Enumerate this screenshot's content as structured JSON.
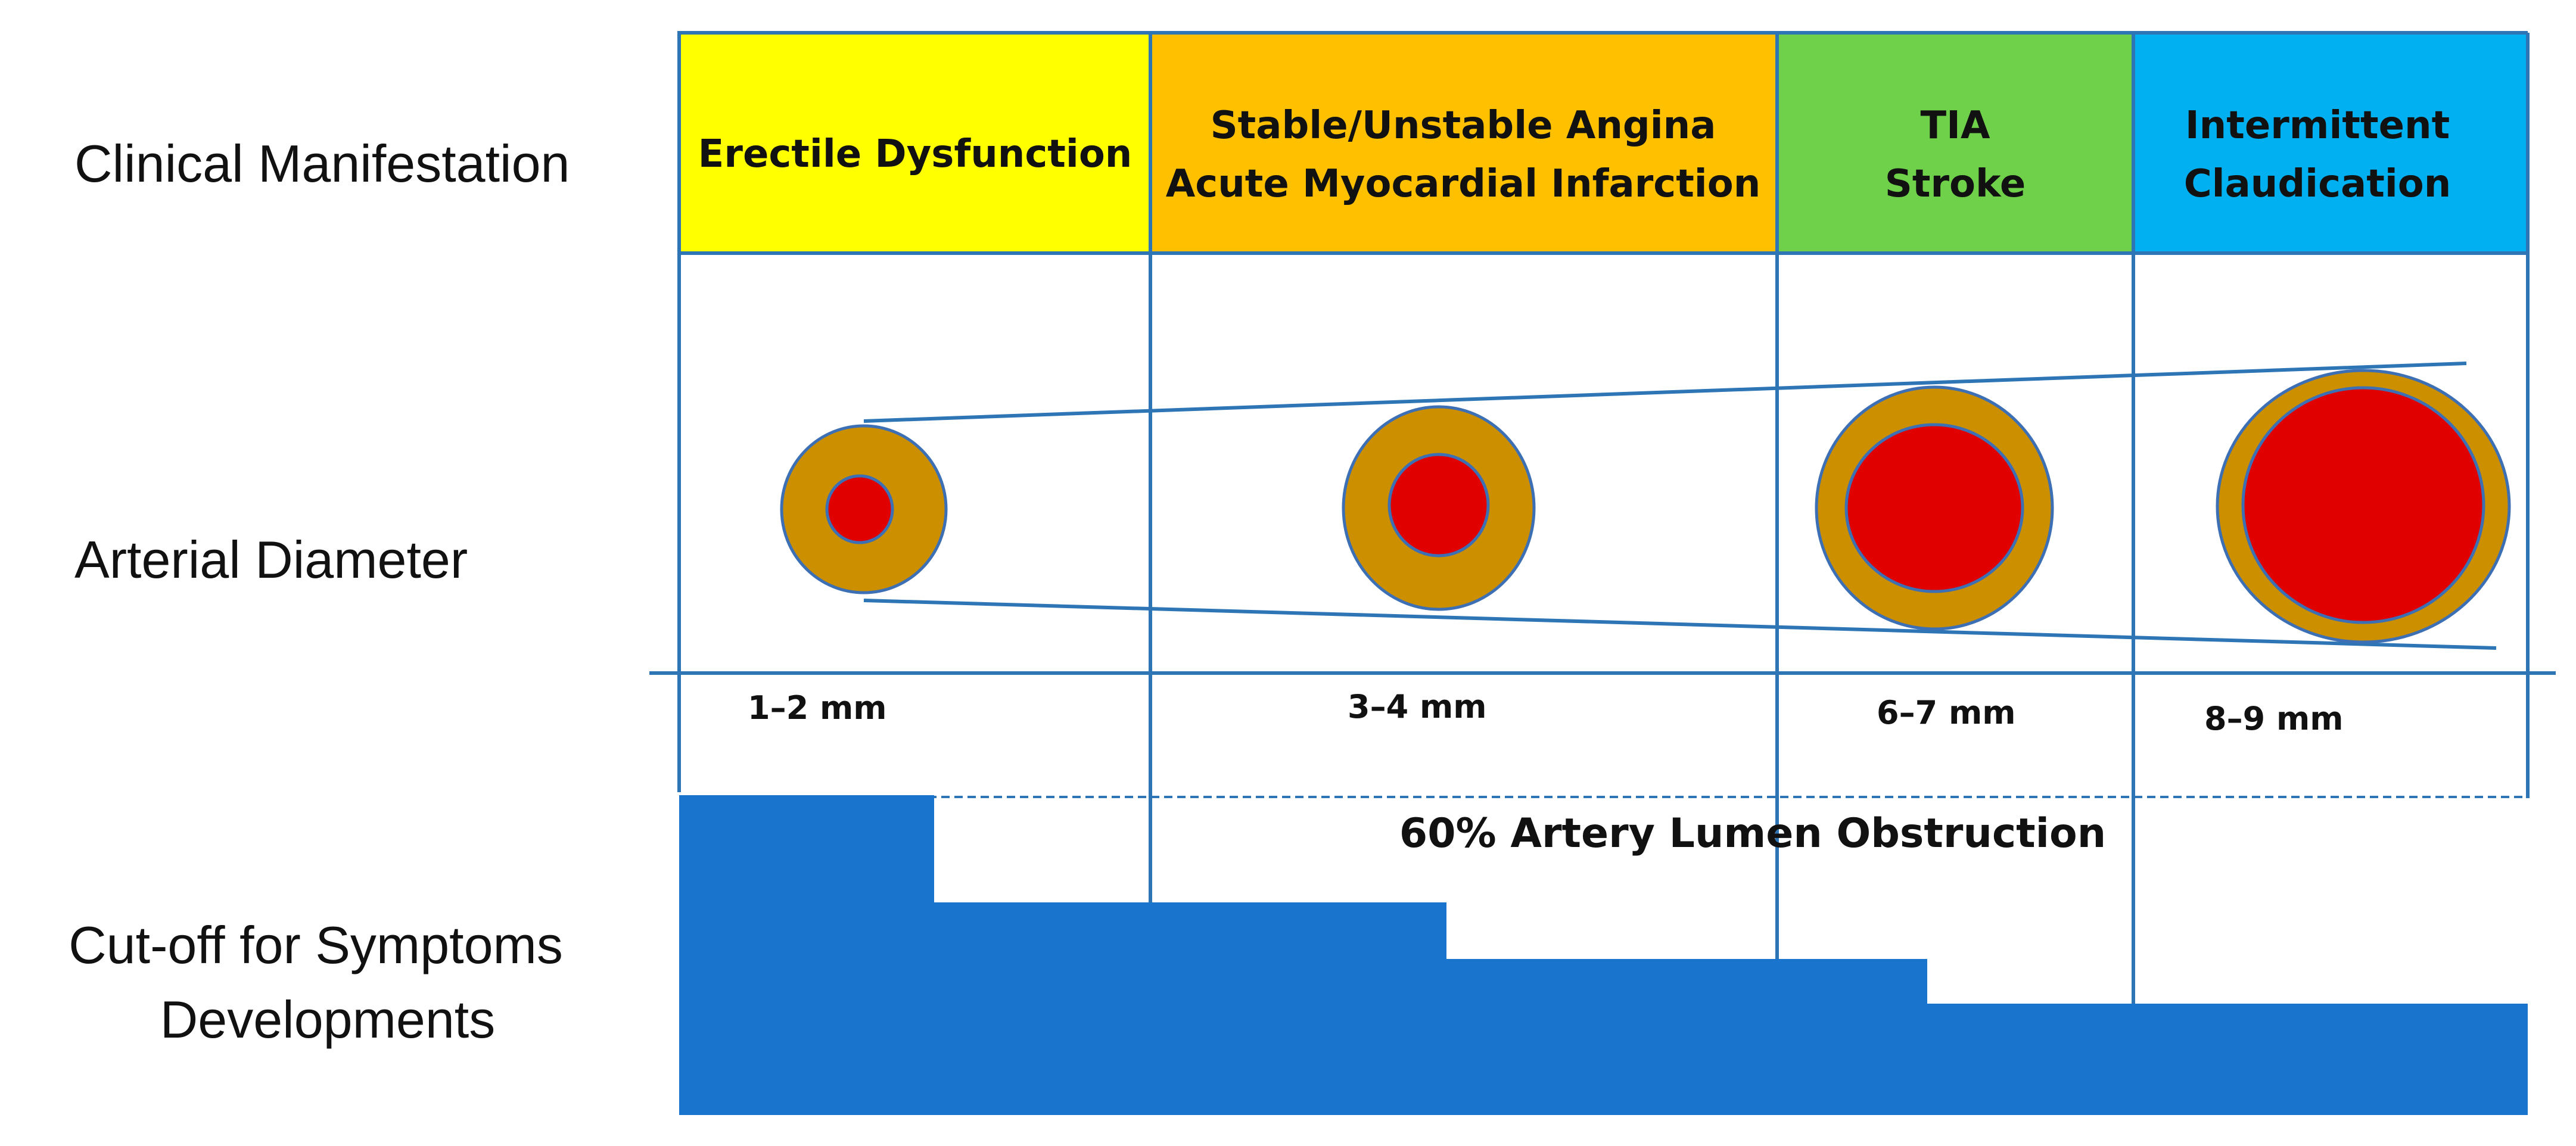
{
  "row_labels": {
    "clinical": "Clinical Manifestation",
    "diameter": "Arterial Diameter",
    "cutoff_line1": "Cut-off for Symptoms",
    "cutoff_line2": "Developments"
  },
  "columns": [
    {
      "lines": [
        "Erectile Dysfunction"
      ],
      "color": "#FFFF00",
      "diameter": "1–2 mm"
    },
    {
      "lines": [
        "Stable/Unstable Angina",
        "Acute Myocardial Infarction"
      ],
      "color": "#FFC000",
      "diameter": "3–4 mm"
    },
    {
      "lines": [
        "TIA",
        "Stroke"
      ],
      "color": "#6FD04A",
      "diameter": "6–7 mm"
    },
    {
      "lines": [
        "Intermittent",
        "Claudication"
      ],
      "color": "#00B0F0",
      "diameter": "8–9 mm"
    }
  ],
  "obstruction_label": "60% Artery Lumen Obstruction",
  "colors": {
    "grid_line": "#2E75B6",
    "artery_wall": "#CC8F00",
    "lumen": "#E00000",
    "cutoff_fill": "#1874CD"
  }
}
